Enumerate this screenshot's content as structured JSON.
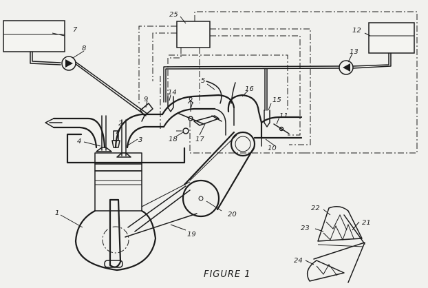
{
  "figure": {
    "caption": "FIGURE 1",
    "labels": {
      "l1": "1",
      "l2": "2",
      "l3": "3",
      "l4": "4",
      "l5": "5",
      "l6": "6",
      "l7": "7",
      "l8": "8",
      "l9": "9",
      "l10": "10",
      "l11": "11",
      "l12": "12",
      "l13": "13",
      "l14": "14",
      "l15": "15",
      "l16": "16",
      "l17": "17",
      "l18": "18",
      "l19": "19",
      "l20": "20",
      "l21": "21",
      "l22": "22",
      "l23": "23",
      "l24": "24",
      "l25": "25"
    }
  }
}
